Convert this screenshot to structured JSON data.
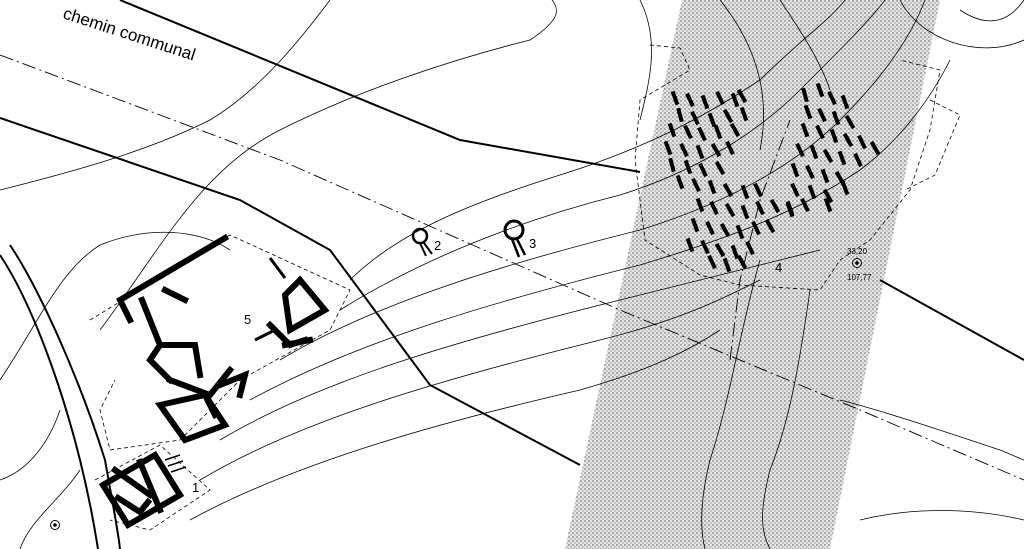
{
  "map": {
    "road_label": "chemin communal",
    "zones": [
      {
        "id": "1",
        "label": "1"
      },
      {
        "id": "2",
        "label": "2"
      },
      {
        "id": "3",
        "label": "3"
      },
      {
        "id": "4",
        "label": "4"
      },
      {
        "id": "5",
        "label": "5"
      }
    ],
    "benchmark_east": {
      "upper": "33,20",
      "lower": "107,77"
    },
    "colors": {
      "ink": "#000000",
      "excavation_fill": "#d9d9d9",
      "background": "#ffffff"
    }
  }
}
